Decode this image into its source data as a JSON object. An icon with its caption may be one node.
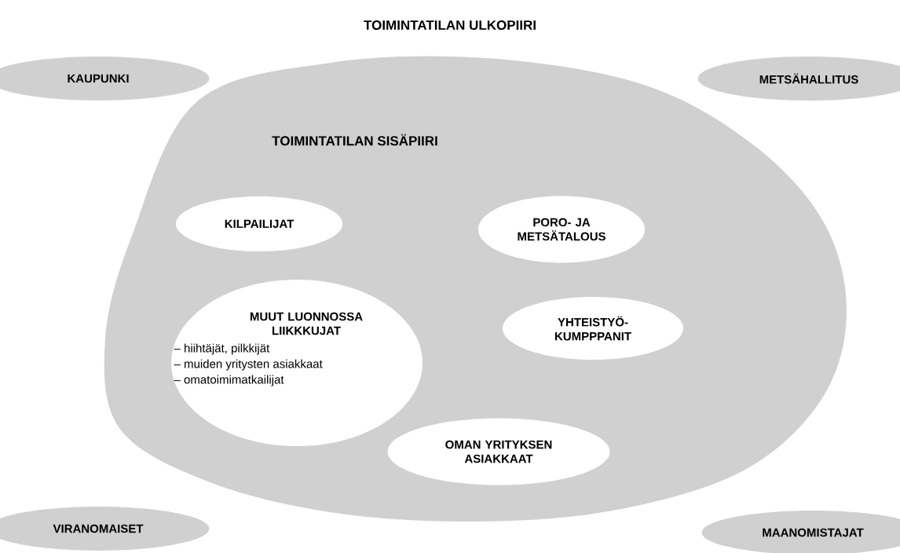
{
  "diagram": {
    "title": "TOIMINTATILAN ULKOPIIRI",
    "nodes": [
      {
        "text": [
          "KAUPUNKI"
        ]
      },
      {
        "text": [
          "METSÄHALLITUS"
        ]
      },
      {
        "text": [
          "TOIMINTATILAN SISÄPIIRI"
        ]
      },
      {
        "text": [
          "KILPAILIJAT"
        ],
        "in": 2
      },
      {
        "text": [
          "PORO- JA METSÄTALOUS"
        ],
        "in": 2
      },
      {
        "text": [
          "MUUT LUONNOSSA LIIKKKUJAT",
          "– hiihtäjät, pilkkijät",
          "– muiden yritysten asiakkaat",
          "– omatoimimatkailijat"
        ],
        "in": 2
      },
      {
        "text": [
          "YHTEISTYÖ-KUMPPPANIT"
        ],
        "in": 2
      },
      {
        "text": [
          "OMAN YRITYKSEN ASIAKKAAT"
        ],
        "in": 2
      },
      {
        "text": [
          "VIRANOMAISET"
        ]
      },
      {
        "text": [
          "MAANOMISTAJAT"
        ]
      }
    ]
  }
}
